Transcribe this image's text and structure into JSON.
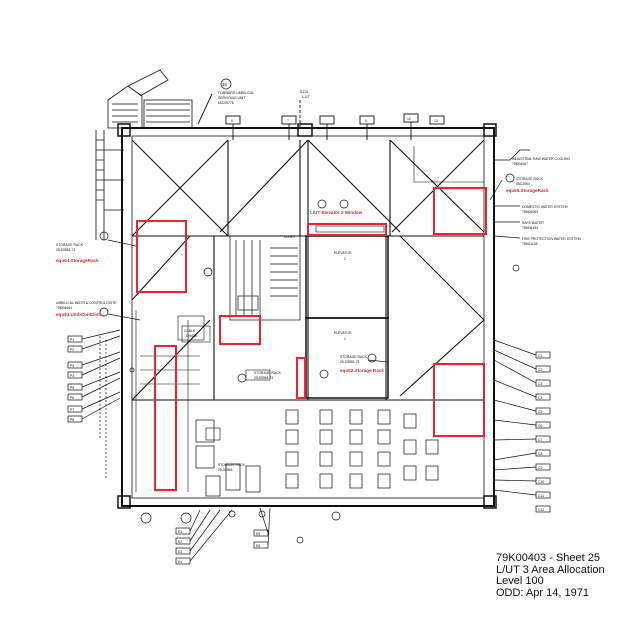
{
  "drawing": {
    "callouts": {
      "forward_umbilical": [
        "FORWARD UMBILICAL",
        "SERVICING UNIT",
        "65C05776"
      ],
      "forward_umbilical_num": "49",
      "side_ref_top": [
        "S-D4",
        "L-UT"
      ],
      "industrial_water": [
        "INDUSTRIAL RAW WATER COOLING",
        "75M04067"
      ],
      "storage_rack_right_top": [
        "STORAGE RACK",
        "65C2664"
      ],
      "domestic_water": [
        "DOMESTIC WATER SYSTEM",
        "75M04063"
      ],
      "safe_water": [
        "SAFE WATER",
        "75M04154"
      ],
      "fire_protection": [
        "FIRE PROTECTION WATER SYSTEM",
        "75M11106"
      ],
      "storage_rack_left": [
        "STORAGE RACK",
        "25-53958-73"
      ],
      "umbilical_instr": [
        "UMBILICAL INSTR & CONTROL DISTR",
        "75M04064"
      ],
      "elevator_2": [
        "ELEVATOR",
        "2"
      ],
      "elevator_1": [
        "ELEVATOR",
        "1"
      ],
      "storage_rack_center": [
        "STORAGE RACK",
        "25-53958-75"
      ],
      "storage_rack_bottom": [
        "STORAGE RACK",
        "25-53958-74"
      ],
      "cable_chase": [
        "CABLE",
        "CHASE"
      ],
      "down": "DOWN",
      "storage_box_small": [
        "STORAGE RACK",
        "25-53958"
      ],
      "grid_top": [
        "5",
        "7",
        "6",
        "12",
        "13"
      ],
      "left_tags": [
        "P1",
        "P2",
        "P3",
        "P4",
        "P5",
        "P6",
        "P7",
        "P8"
      ],
      "right_tags": [
        "C1",
        "C2",
        "C3",
        "C4",
        "C5",
        "C6",
        "C7",
        "C8",
        "C9",
        "C10",
        "C11",
        "C12"
      ],
      "bottom_tags": [
        "E1",
        "E2",
        "E3",
        "E4",
        "E5",
        "E6"
      ]
    },
    "highlights": [
      {
        "id": "equ55",
        "label": "equ55.StorageRack"
      },
      {
        "id": "equ54",
        "label": "equ54.StorageRack"
      },
      {
        "id": "equ53",
        "label": "equ53.UmbContDistr"
      },
      {
        "id": "lut",
        "label": "L/UT Elevator 2 Window"
      },
      {
        "id": "equ52",
        "label": "equ52.Storage Rack"
      }
    ]
  },
  "title_block": {
    "line1": "79K00403 - Sheet 25",
    "line2": "L/UT  3  Area  Allocation",
    "line3": "Level  100",
    "line4": "ODD: Apr 14, 1971"
  }
}
